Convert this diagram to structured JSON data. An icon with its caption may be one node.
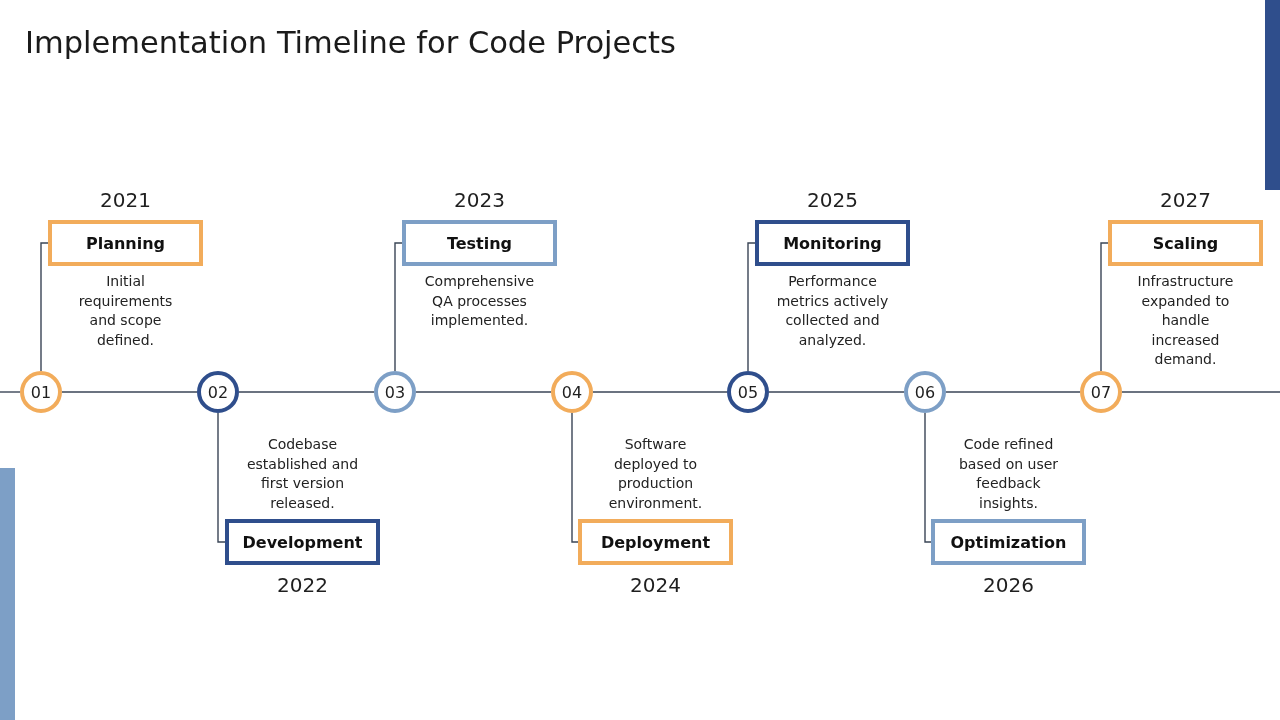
{
  "diagram": {
    "title": "Implementation Timeline for Code Projects",
    "nodes": [
      {
        "text": [
          "01"
        ]
      },
      {
        "text": [
          "02"
        ]
      },
      {
        "text": [
          "03"
        ]
      },
      {
        "text": [
          "04"
        ]
      },
      {
        "text": [
          "05"
        ]
      },
      {
        "text": [
          "06"
        ]
      },
      {
        "text": [
          "07"
        ]
      },
      {
        "text": [
          "Planning"
        ],
        "beside": [
          "2021",
          "Initial requirements and scope defined."
        ]
      },
      {
        "text": [
          "Development"
        ],
        "beside": [
          "Codebase established and first version released.",
          "2022"
        ]
      },
      {
        "text": [
          "Testing"
        ],
        "beside": [
          "2023",
          "Comprehensive QA processes implemented."
        ]
      },
      {
        "text": [
          "Deployment"
        ],
        "beside": [
          "Software deployed to production environment.",
          "2024"
        ]
      },
      {
        "text": [
          "Monitoring"
        ],
        "beside": [
          "2025",
          "Performance metrics actively collected and analyzed."
        ]
      },
      {
        "text": [
          "Optimization"
        ],
        "beside": [
          "Code refined based on user feedback insights.",
          "2026"
        ]
      },
      {
        "text": [
          "Scaling"
        ],
        "beside": [
          "2027",
          "Infrastructure expanded to handle increased demand."
        ]
      }
    ],
    "edges": [
      {
        "from": null,
        "to": 0,
        "arrow": "none"
      },
      {
        "from": 0,
        "to": 1,
        "arrow": "none"
      },
      {
        "from": 1,
        "to": 2,
        "arrow": "none"
      },
      {
        "from": 2,
        "to": 3,
        "arrow": "none"
      },
      {
        "from": 3,
        "to": 4,
        "arrow": "none"
      },
      {
        "from": 4,
        "to": 5,
        "arrow": "none"
      },
      {
        "from": 5,
        "to": 6,
        "arrow": "none"
      },
      {
        "from": 6,
        "to": null,
        "arrow": "none"
      },
      {
        "from": 0,
        "to": 7,
        "arrow": "none"
      },
      {
        "from": 1,
        "to": 8,
        "arrow": "none"
      },
      {
        "from": 2,
        "to": 9,
        "arrow": "none"
      },
      {
        "from": 3,
        "to": 10,
        "arrow": "none"
      },
      {
        "from": 4,
        "to": 11,
        "arrow": "none"
      },
      {
        "from": 5,
        "to": 12,
        "arrow": "none"
      },
      {
        "from": 6,
        "to": 13,
        "arrow": "none"
      }
    ]
  }
}
